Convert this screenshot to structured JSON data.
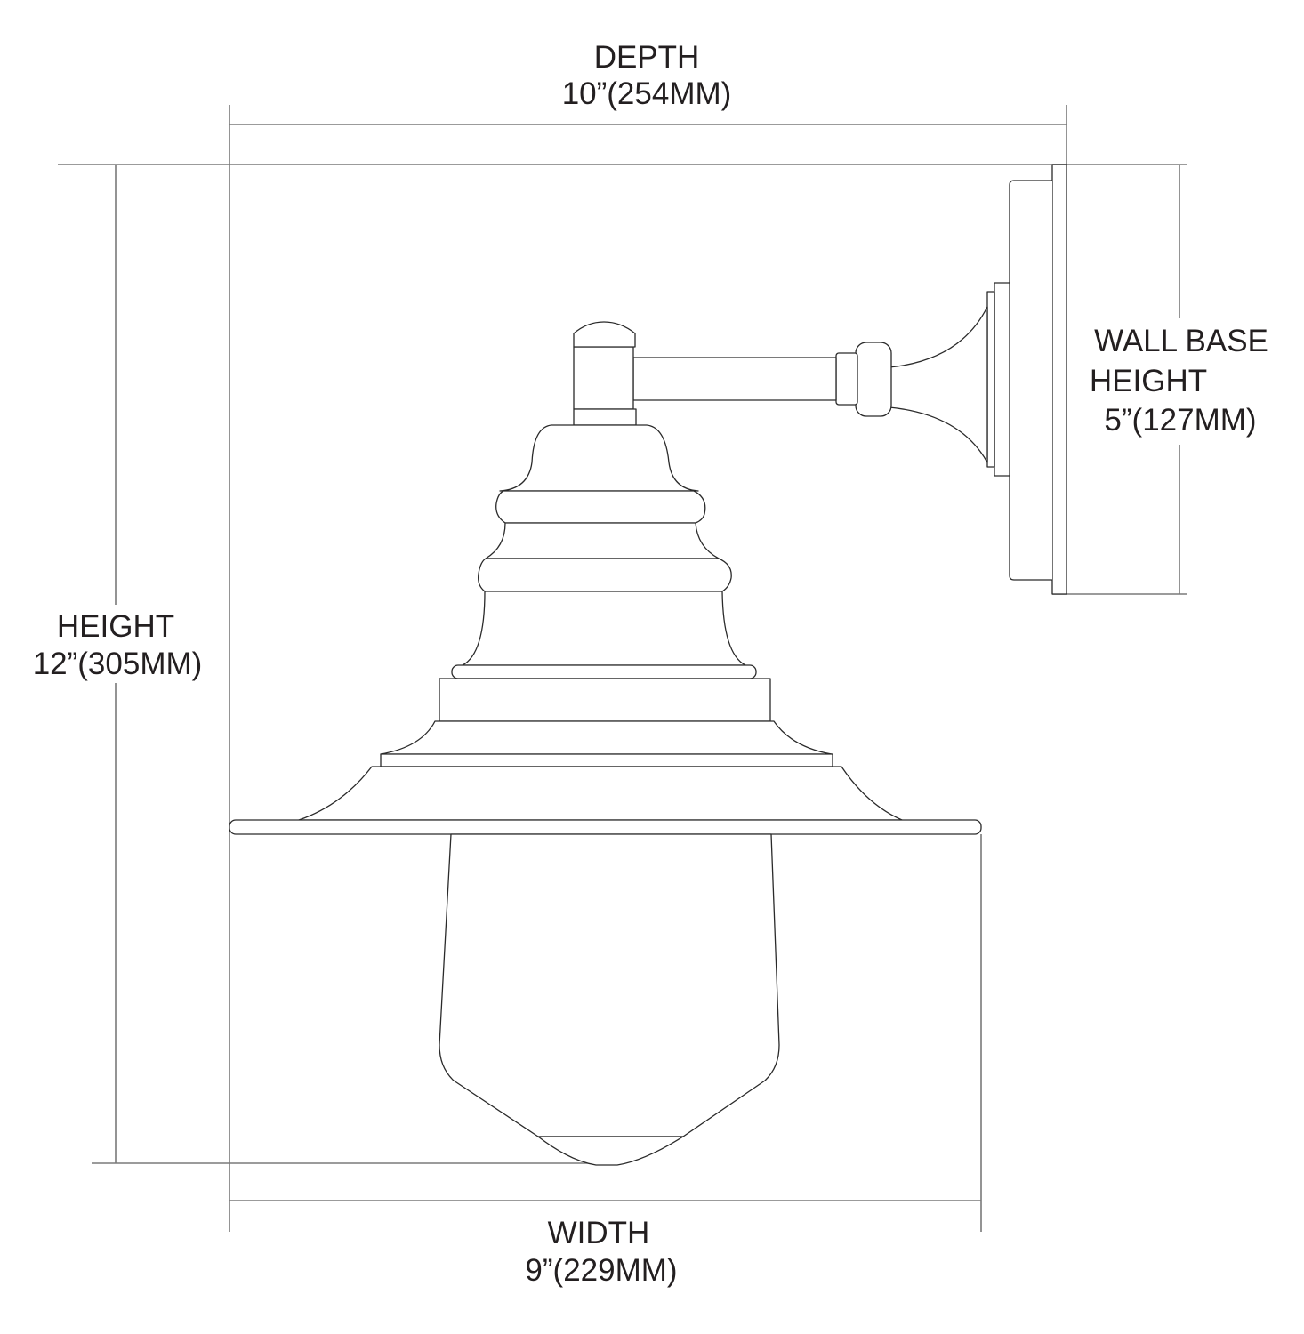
{
  "dimensions": {
    "depth": {
      "label": "DEPTH",
      "value": "10”(254MM)",
      "inches": 10,
      "mm": 254
    },
    "height": {
      "label": "HEIGHT",
      "value": "12”(305MM)",
      "inches": 12,
      "mm": 305
    },
    "wall_base_height": {
      "label_line1": "WALL BASE",
      "label_line2": "HEIGHT",
      "value": "5”(127MM)",
      "inches": 5,
      "mm": 127
    },
    "width": {
      "label": "WIDTH",
      "value": "9”(229MM)",
      "inches": 9,
      "mm": 229
    }
  }
}
